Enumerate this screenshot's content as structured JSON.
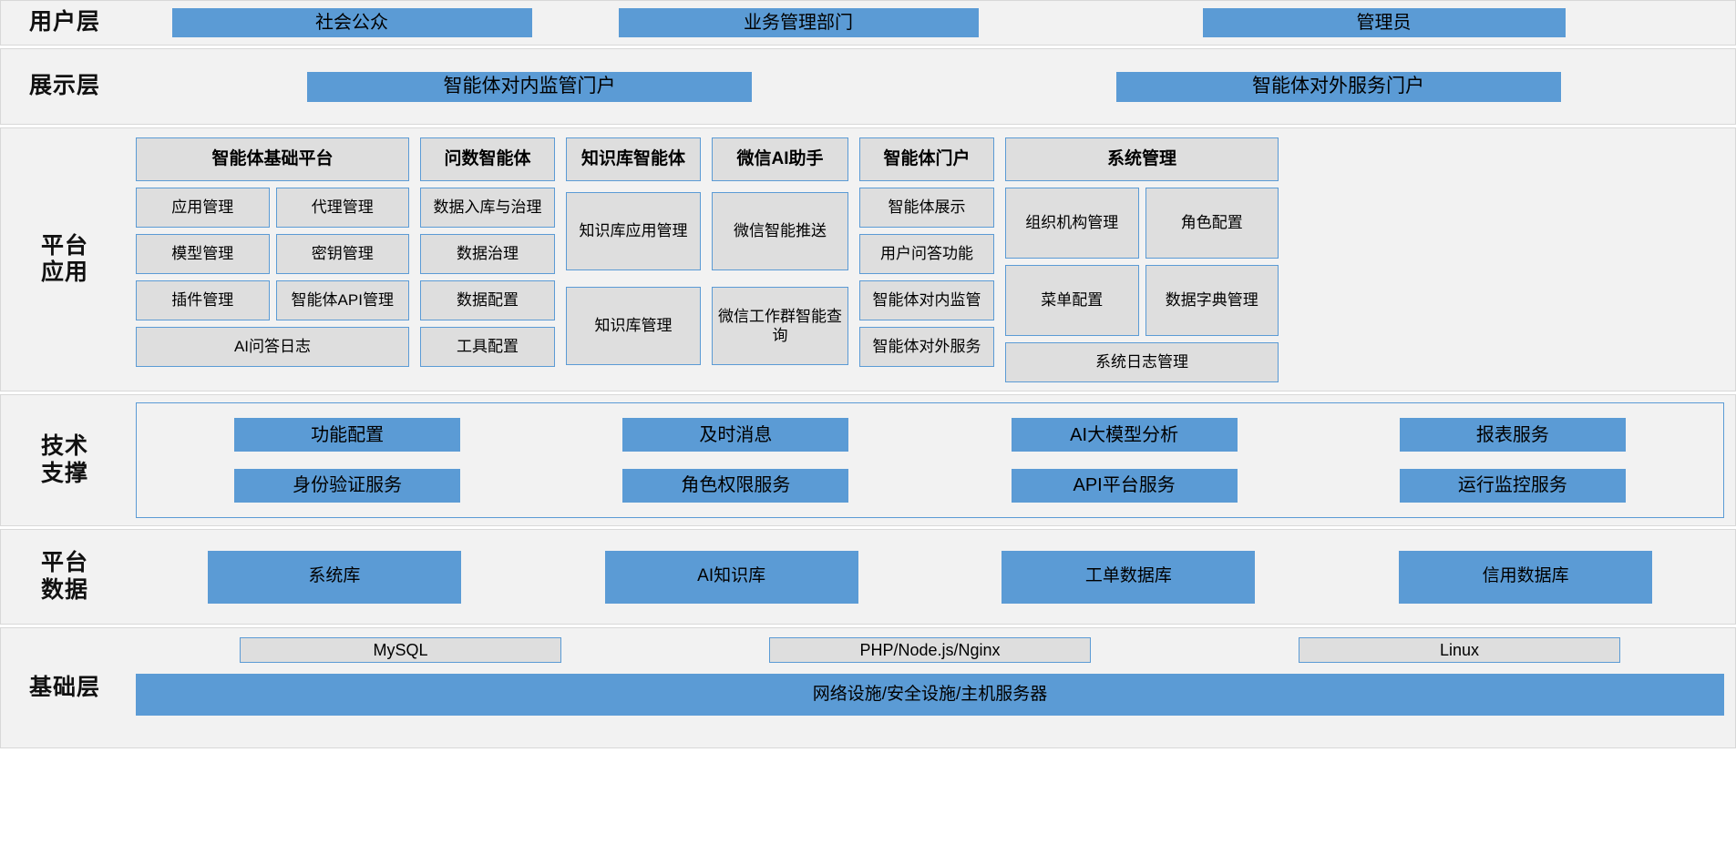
{
  "layers": {
    "user": {
      "label": "用户层",
      "items": [
        "社会公众",
        "业务管理部门",
        "管理员"
      ]
    },
    "presentation": {
      "label": "展示层",
      "items": [
        "智能体对内监管门户",
        "智能体对外服务门户"
      ]
    },
    "platform_app": {
      "label": "平台\n应用",
      "columns": [
        {
          "title": "智能体基础平台",
          "rows": [
            [
              "应用管理",
              "代理管理"
            ],
            [
              "模型管理",
              "密钥管理"
            ],
            [
              "插件管理",
              "智能体API管理"
            ],
            [
              "AI问答日志"
            ]
          ]
        },
        {
          "title": "问数智能体",
          "rows": [
            [
              "数据入库与治理"
            ],
            [
              "数据治理"
            ],
            [
              "数据配置"
            ],
            [
              "工具配置"
            ]
          ]
        },
        {
          "title": "知识库智能体",
          "rows": [
            [
              "知识库应用管理"
            ],
            [
              "知识库管理"
            ]
          ]
        },
        {
          "title": "微信AI助手",
          "rows": [
            [
              "微信智能推送"
            ],
            [
              "微信工作群智能查询"
            ]
          ]
        },
        {
          "title": "智能体门户",
          "rows": [
            [
              "智能体展示"
            ],
            [
              "用户问答功能"
            ],
            [
              "智能体对内监管"
            ],
            [
              "智能体对外服务"
            ]
          ]
        },
        {
          "title": "系统管理",
          "rows": [
            [
              "组织机构管理",
              "角色配置"
            ],
            [
              "菜单配置",
              "数据字典管理"
            ],
            [
              "系统日志管理"
            ]
          ]
        }
      ]
    },
    "tech_support": {
      "label": "技术\n支撑",
      "row1": [
        "功能配置",
        "及时消息",
        "AI大模型分析",
        "报表服务"
      ],
      "row2": [
        "身份验证服务",
        "角色权限服务",
        "API平台服务",
        "运行监控服务"
      ]
    },
    "platform_data": {
      "label": "平台\n数据",
      "items": [
        "系统库",
        "AI知识库",
        "工单数据库",
        "信用数据库"
      ]
    },
    "infrastructure": {
      "label": "基础层",
      "top": [
        "MySQL",
        "PHP/Node.js/Nginx",
        "Linux"
      ],
      "bottom": "网络设施/安全设施/主机服务器"
    }
  },
  "colors": {
    "accent_blue": "#5b9bd5",
    "box_grey": "#dedede",
    "band_bg": "#f2f2f2",
    "band_border": "#d8d8d8"
  }
}
